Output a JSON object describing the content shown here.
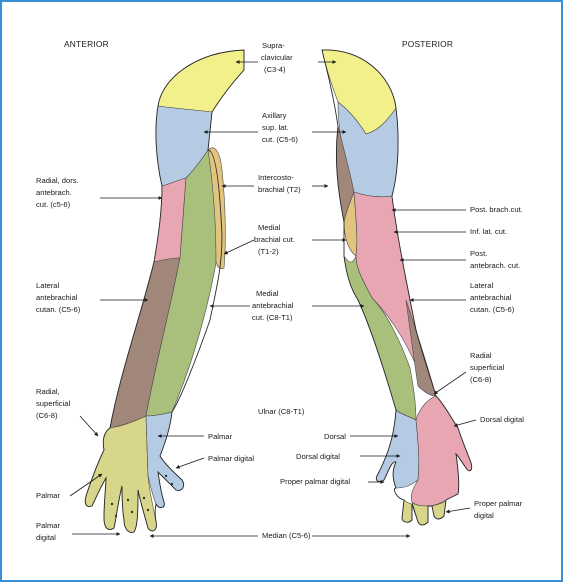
{
  "headers": {
    "anterior": "ANTERIOR",
    "posterior": "POSTERIOR"
  },
  "colors": {
    "supraclavicular": "#f2f08a",
    "axillary": "#b5cbe3",
    "intercostobrachial": "#e3c47e",
    "radial_dorsal": "#e7a6b2",
    "lateral_antebrachial": "#a1877a",
    "medial_antebrachial": "#a9c07d",
    "median": "#d8d68b",
    "ulnar": "#b5cbe3",
    "radial_superficial": "#e7a6b2",
    "frame": "#3a8fd6"
  },
  "labels": {
    "supraclavicular": [
      "Supra-",
      "clavicular",
      "(C3-4)"
    ],
    "axillary": [
      "Axillary",
      "sup. lat.",
      "cut. (C5-6)"
    ],
    "intercostobrachial": [
      "Intercosto-",
      "brachial (T2)"
    ],
    "medial_brachial": [
      "Medial",
      "brachial cut.",
      "(T1-2)"
    ],
    "medial_antebrachial": [
      "Medial",
      "antebrachial",
      "cut. (C8-T1)"
    ],
    "ulnar": [
      "Ulnar (C8-T1)"
    ],
    "median": [
      "Median (C5-6)"
    ],
    "anterior_radial_dors": [
      "Radial, dors.",
      "antebrach.",
      "cut. (c5-6)"
    ],
    "anterior_lateral_antebrachial": [
      "Lateral",
      "antebrachial",
      "cutan. (C5-6)"
    ],
    "anterior_radial_superficial": [
      "Radial,",
      "superficial",
      "(C6-8)"
    ],
    "anterior_palmar": [
      "Palmar"
    ],
    "anterior_palmar_digital": [
      "Palmar",
      "digital"
    ],
    "anterior_ulnar_palmar": [
      "Palmar"
    ],
    "anterior_ulnar_palmar_digital": [
      "Palmar digital"
    ],
    "posterior_post_brach": [
      "Post. brach.cut."
    ],
    "posterior_inf_lat": [
      "Inf. lat. cut."
    ],
    "posterior_post_antebrach": [
      "Post.",
      "antebrach. cut."
    ],
    "posterior_lateral_antebrachial": [
      "Lateral",
      "antebrachial",
      "cutan. (C5-6)"
    ],
    "posterior_radial_superficial": [
      "Radial",
      "superficial",
      "(C6-8)"
    ],
    "posterior_dorsal_digital_right": [
      "Dorsal digital"
    ],
    "posterior_dorsal": [
      "Dorsal"
    ],
    "posterior_dorsal_digital": [
      "Dorsal digital"
    ],
    "posterior_proper_palmar_digital_left": [
      "Proper palmar digital"
    ],
    "posterior_proper_palmar_digital_right": [
      "Proper palmar",
      "digital"
    ]
  }
}
